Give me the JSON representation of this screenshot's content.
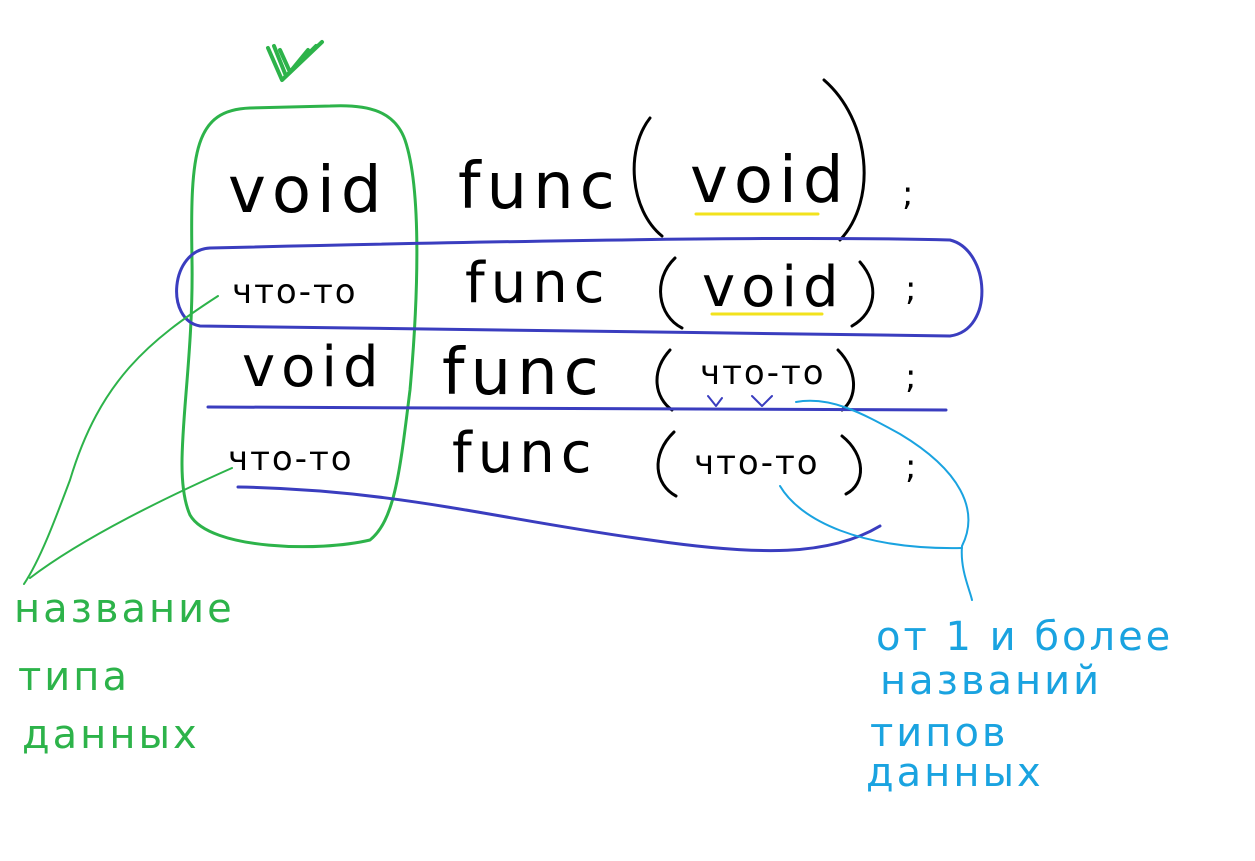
{
  "rows": [
    {
      "return_type": "void",
      "name": "func",
      "param": "void",
      "end": ";"
    },
    {
      "return_type": "что-то",
      "name": "func",
      "param": "void",
      "end": ";"
    },
    {
      "return_type": "void",
      "name": "func",
      "param": "что-то",
      "end": ";"
    },
    {
      "return_type": "что-то",
      "name": "func",
      "param": "что-то",
      "end": ";"
    }
  ],
  "notes": {
    "left": [
      "название",
      "типа",
      "данных"
    ],
    "right": [
      "от 1 и более",
      "названий",
      "типов",
      "данных"
    ]
  },
  "colors": {
    "ink": "#000000",
    "green": "#2db34a",
    "blue_outline": "#3a3dbf",
    "cyan": "#1aa3e0",
    "yellow": "#f2e21c"
  }
}
